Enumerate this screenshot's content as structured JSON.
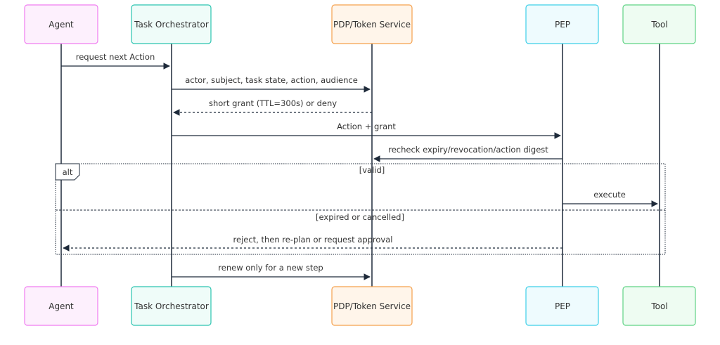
{
  "colors": {
    "agent": {
      "fill": "#fdf0fd",
      "stroke": "#f07cf0"
    },
    "orchestrator": {
      "fill": "#effcf9",
      "stroke": "#2bc4b0"
    },
    "pdp": {
      "fill": "#fff5ea",
      "stroke": "#f5a04c"
    },
    "pep": {
      "fill": "#eefbfe",
      "stroke": "#3ccfe8"
    },
    "tool": {
      "fill": "#eefcf2",
      "stroke": "#5fd385"
    },
    "line": "#1e2a3a"
  },
  "actors": [
    {
      "id": "agent",
      "label": "Agent"
    },
    {
      "id": "orchestrator",
      "label": "Task Orchestrator"
    },
    {
      "id": "pdp",
      "label": "PDP/Token Service"
    },
    {
      "id": "pep",
      "label": "PEP"
    },
    {
      "id": "tool",
      "label": "Tool"
    }
  ],
  "messages": [
    {
      "from": "agent",
      "to": "orchestrator",
      "label": "request next Action",
      "style": "solid"
    },
    {
      "from": "orchestrator",
      "to": "pdp",
      "label": "actor, subject, task state, action, audience",
      "style": "solid"
    },
    {
      "from": "pdp",
      "to": "orchestrator",
      "label": "short grant (TTL=300s) or deny",
      "style": "dashed"
    },
    {
      "from": "orchestrator",
      "to": "pep",
      "label": "Action + grant",
      "style": "solid"
    },
    {
      "from": "pep",
      "to": "pdp",
      "label": "recheck expiry/revocation/action digest",
      "style": "solid"
    },
    {
      "from": "pep",
      "to": "tool",
      "label": "execute",
      "style": "solid"
    },
    {
      "from": "pep",
      "to": "agent",
      "label": "reject, then re-plan or request approval",
      "style": "dashed"
    },
    {
      "from": "orchestrator",
      "to": "pdp",
      "label": "renew only for a new step",
      "style": "solid"
    }
  ],
  "alt": {
    "keyword": "alt",
    "branches": [
      {
        "condition": "[valid]"
      },
      {
        "condition": "[expired or cancelled]"
      }
    ]
  }
}
